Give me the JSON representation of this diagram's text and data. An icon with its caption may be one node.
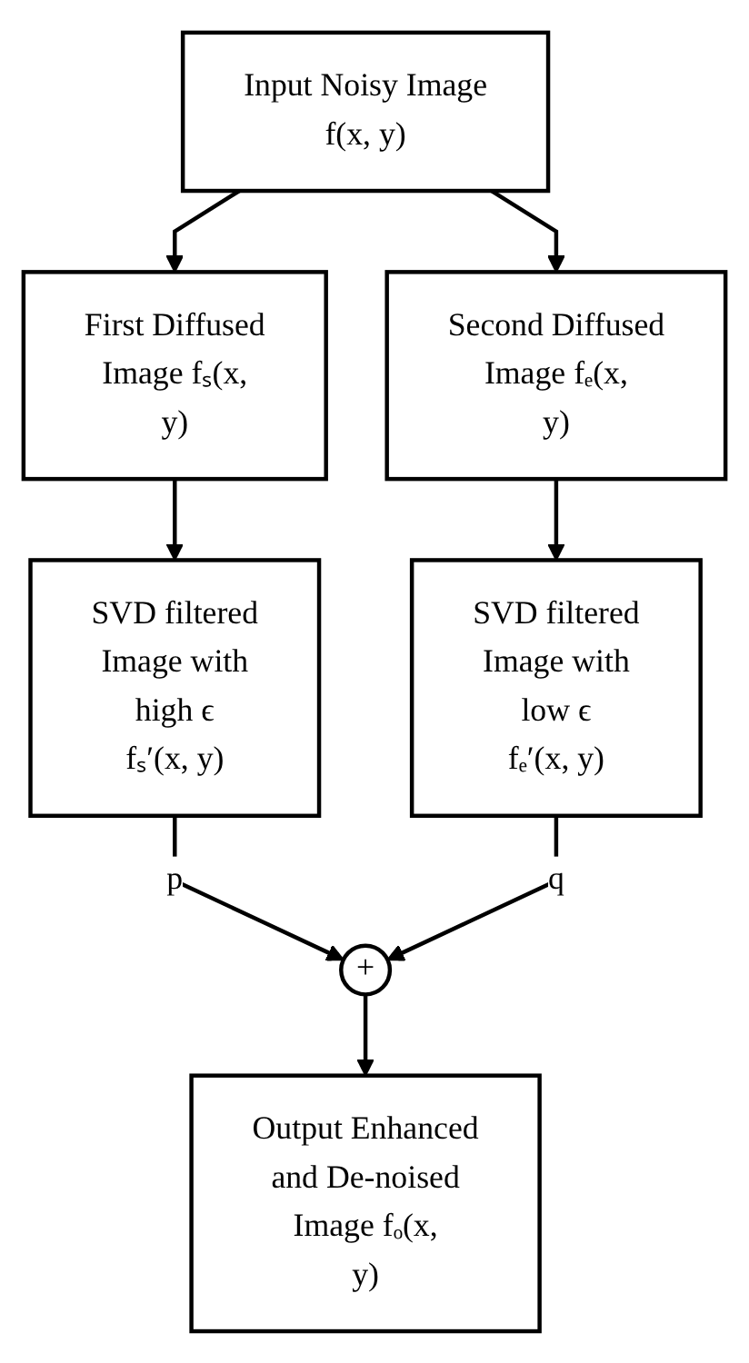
{
  "diagram": {
    "nodes": [
      {
        "text": [
          "Input Noisy Image f(x, y)"
        ]
      },
      {
        "text": [
          "First Diffused Image fₛ(x, y)"
        ]
      },
      {
        "text": [
          "Second Diffused Image fₑ(x, y)"
        ]
      },
      {
        "text": [
          "SVD filtered Image with high ϵ fₛ′(x, y)"
        ]
      },
      {
        "text": [
          "SVD filtered Image with low ϵ fₑ′(x, y)"
        ]
      },
      {
        "text": [
          "+"
        ]
      },
      {
        "text": [
          "Output Enhanced and De-noised Image fₒ(x, y)"
        ]
      }
    ],
    "edges": [
      {
        "from": 0,
        "to": 1,
        "arrow": "to"
      },
      {
        "from": 0,
        "to": 2,
        "arrow": "to"
      },
      {
        "from": 1,
        "to": 3,
        "arrow": "to"
      },
      {
        "from": 2,
        "to": 4,
        "arrow": "to"
      },
      {
        "from": 3,
        "to": 5,
        "arrow": "to",
        "label": "p"
      },
      {
        "from": 4,
        "to": 5,
        "arrow": "to",
        "label": "q"
      },
      {
        "from": 5,
        "to": 6,
        "arrow": "to"
      }
    ]
  }
}
